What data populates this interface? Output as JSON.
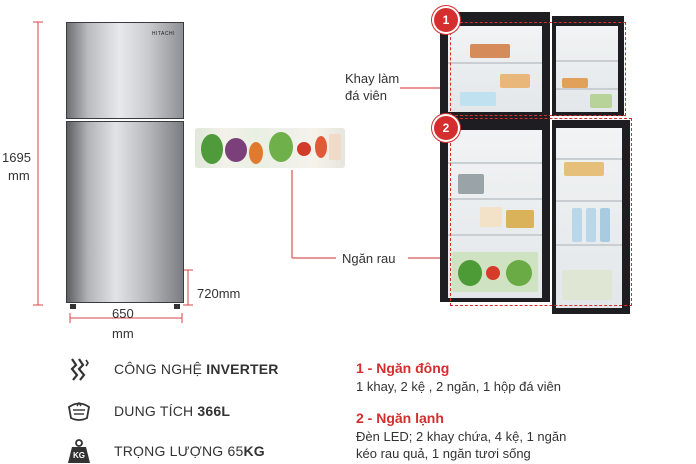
{
  "dimensions": {
    "height_value": "1695",
    "height_unit": "mm",
    "width_value": "650",
    "width_unit": "mm",
    "lower_height": "720mm"
  },
  "fridge": {
    "brand": "HITACHI"
  },
  "callouts": {
    "ice_tray_line1": "Khay làm",
    "ice_tray_line2": "đá viên",
    "veg_drawer": "Ngăn rau",
    "badge_1": "1",
    "badge_2": "2"
  },
  "features": {
    "inverter_prefix": "CÔNG NGHỆ ",
    "inverter_bold": "INVERTER",
    "capacity_prefix": "DUNG TÍCH ",
    "capacity_bold": "366L",
    "weight_prefix": "TRỌNG LƯỢNG 65",
    "weight_bold": "KG",
    "weight_icon_text": "KG"
  },
  "specs": {
    "freezer_title": "1 - Ngăn đông",
    "freezer_desc": "1 khay, 2 kệ , 2 ngăn, 1 hộp đá viên",
    "fridge_title": "2 - Ngăn lạnh",
    "fridge_desc_line1": "Đèn LED; 2 khay chứa, 4 kệ, 1 ngăn",
    "fridge_desc_line2": "kéo rau quả, 1 ngăn tươi sống"
  },
  "colors": {
    "accent_red": "#d42e2e",
    "dimension_red": "#d94545"
  },
  "icons": [
    "inverter-icon",
    "capacity-icon",
    "weight-icon"
  ]
}
